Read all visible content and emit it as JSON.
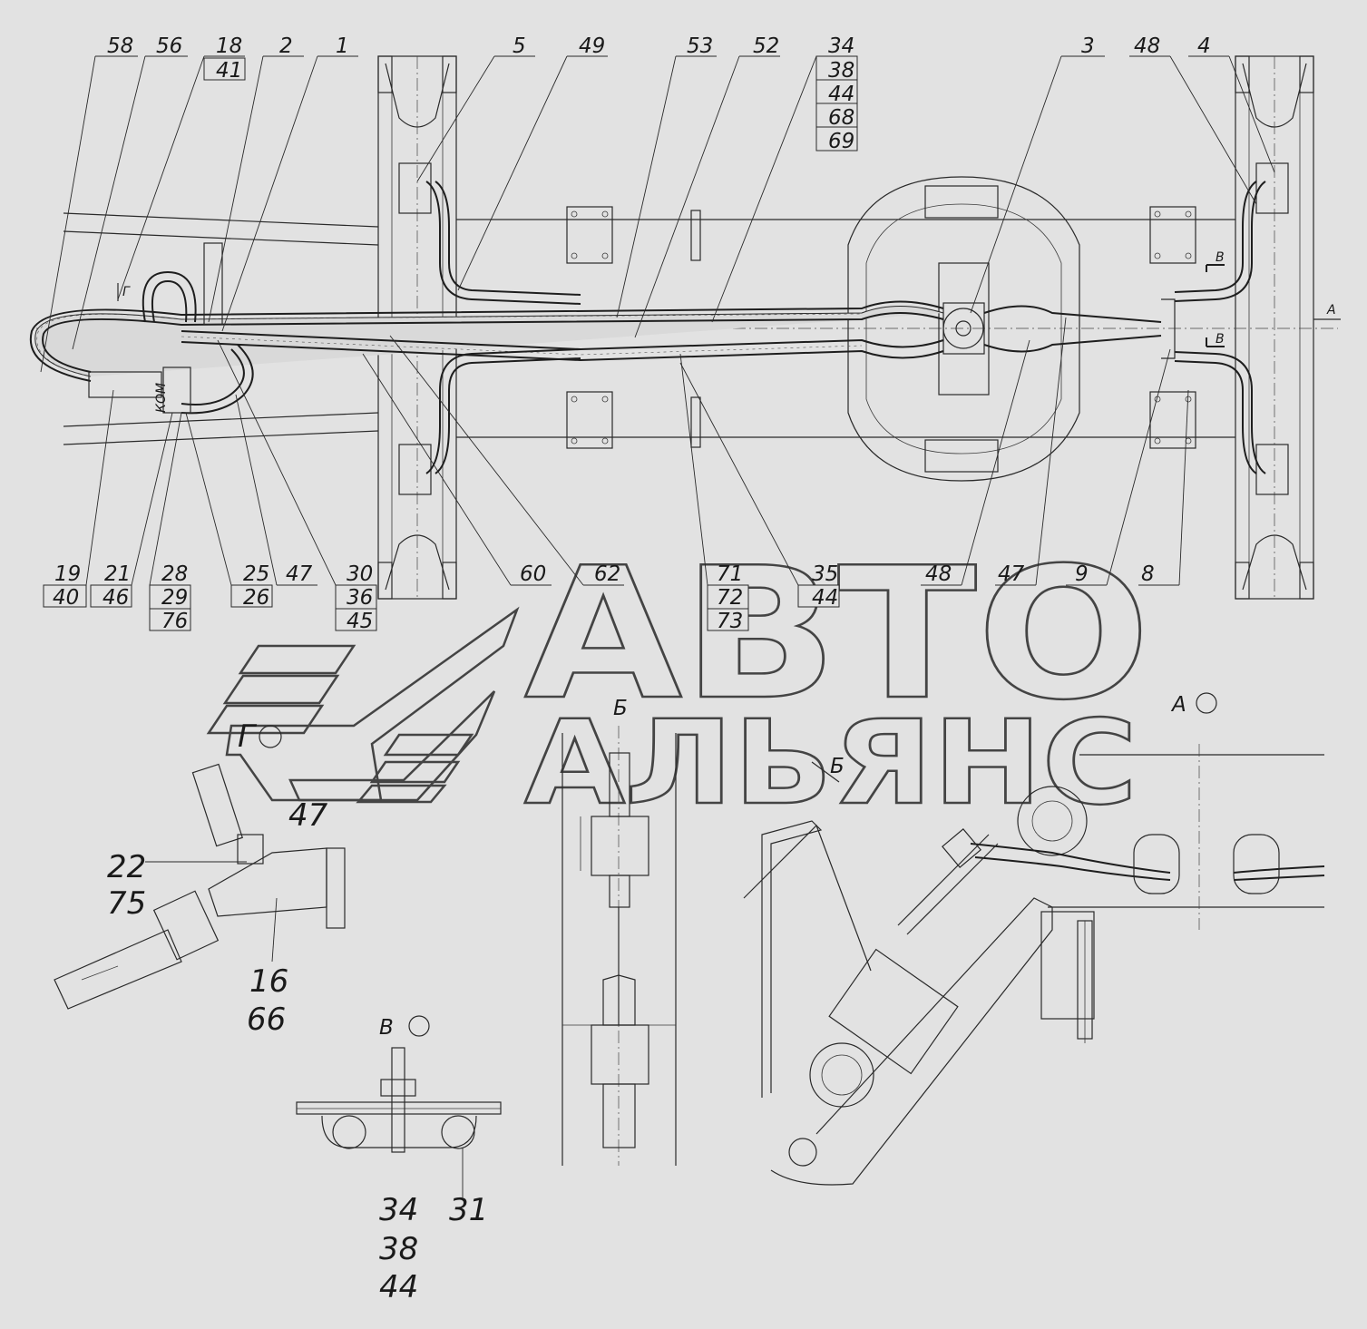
{
  "callouts_top": [
    {
      "id": "c58",
      "lines": [
        "58"
      ]
    },
    {
      "id": "c56",
      "lines": [
        "56"
      ]
    },
    {
      "id": "c18",
      "lines": [
        "18",
        "41"
      ]
    },
    {
      "id": "c2",
      "lines": [
        "2"
      ]
    },
    {
      "id": "c1",
      "lines": [
        "1"
      ]
    },
    {
      "id": "c5",
      "lines": [
        "5"
      ]
    },
    {
      "id": "c49",
      "lines": [
        "49"
      ]
    },
    {
      "id": "c53",
      "lines": [
        "53"
      ]
    },
    {
      "id": "c52",
      "lines": [
        "52"
      ]
    },
    {
      "id": "c34",
      "lines": [
        "34",
        "38",
        "44",
        "68",
        "69"
      ]
    },
    {
      "id": "c3",
      "lines": [
        "3"
      ]
    },
    {
      "id": "c48t",
      "lines": [
        "48"
      ]
    },
    {
      "id": "c4",
      "lines": [
        "4"
      ]
    }
  ],
  "callouts_bottom": [
    {
      "id": "c19",
      "lines": [
        "19",
        "40"
      ]
    },
    {
      "id": "c21",
      "lines": [
        "21",
        "46"
      ]
    },
    {
      "id": "c28",
      "lines": [
        "28",
        "29",
        "76"
      ]
    },
    {
      "id": "c25",
      "lines": [
        "25",
        "26"
      ]
    },
    {
      "id": "c47a",
      "lines": [
        "47"
      ]
    },
    {
      "id": "c30",
      "lines": [
        "30",
        "36",
        "45"
      ]
    },
    {
      "id": "c60",
      "lines": [
        "60"
      ]
    },
    {
      "id": "c62",
      "lines": [
        "62"
      ]
    },
    {
      "id": "c71",
      "lines": [
        "71",
        "72",
        "73"
      ]
    },
    {
      "id": "c35",
      "lines": [
        "35",
        "44"
      ]
    },
    {
      "id": "c48b",
      "lines": [
        "48"
      ]
    },
    {
      "id": "c47b",
      "lines": [
        "47"
      ]
    },
    {
      "id": "c9",
      "lines": [
        "9"
      ]
    },
    {
      "id": "c8",
      "lines": [
        "8"
      ]
    }
  ],
  "section_marks": {
    "a_arrow": "А",
    "b_top": "В",
    "b_bottom": "В",
    "g_arrow": "Г",
    "kom": "КОМ",
    "b_view_arrow": "Б"
  },
  "detail_g": {
    "title": "Г",
    "labels": [
      "47",
      "22",
      "75",
      "16",
      "66"
    ]
  },
  "detail_v": {
    "title": "В",
    "labels": [
      "34",
      "38",
      "44",
      "31"
    ]
  },
  "detail_b": {
    "title": "Б"
  },
  "detail_a": {
    "title": "А"
  },
  "watermark": {
    "line1": "АВТО",
    "line2": "АЛЬЯНС"
  }
}
